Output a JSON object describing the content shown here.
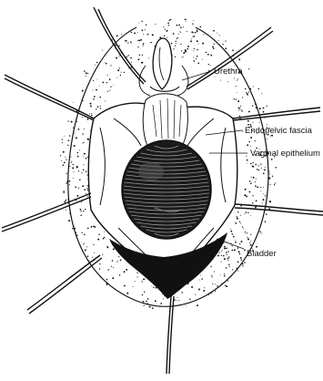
{
  "colors": {
    "ink": "#111111",
    "background": "#ffffff"
  },
  "labels": {
    "urethra": "Urethra",
    "endopelvic_fascia": "Endopelvic fascia",
    "vaginal_epithelium": "Vaginal epithelium",
    "bladder": "Bladder"
  }
}
